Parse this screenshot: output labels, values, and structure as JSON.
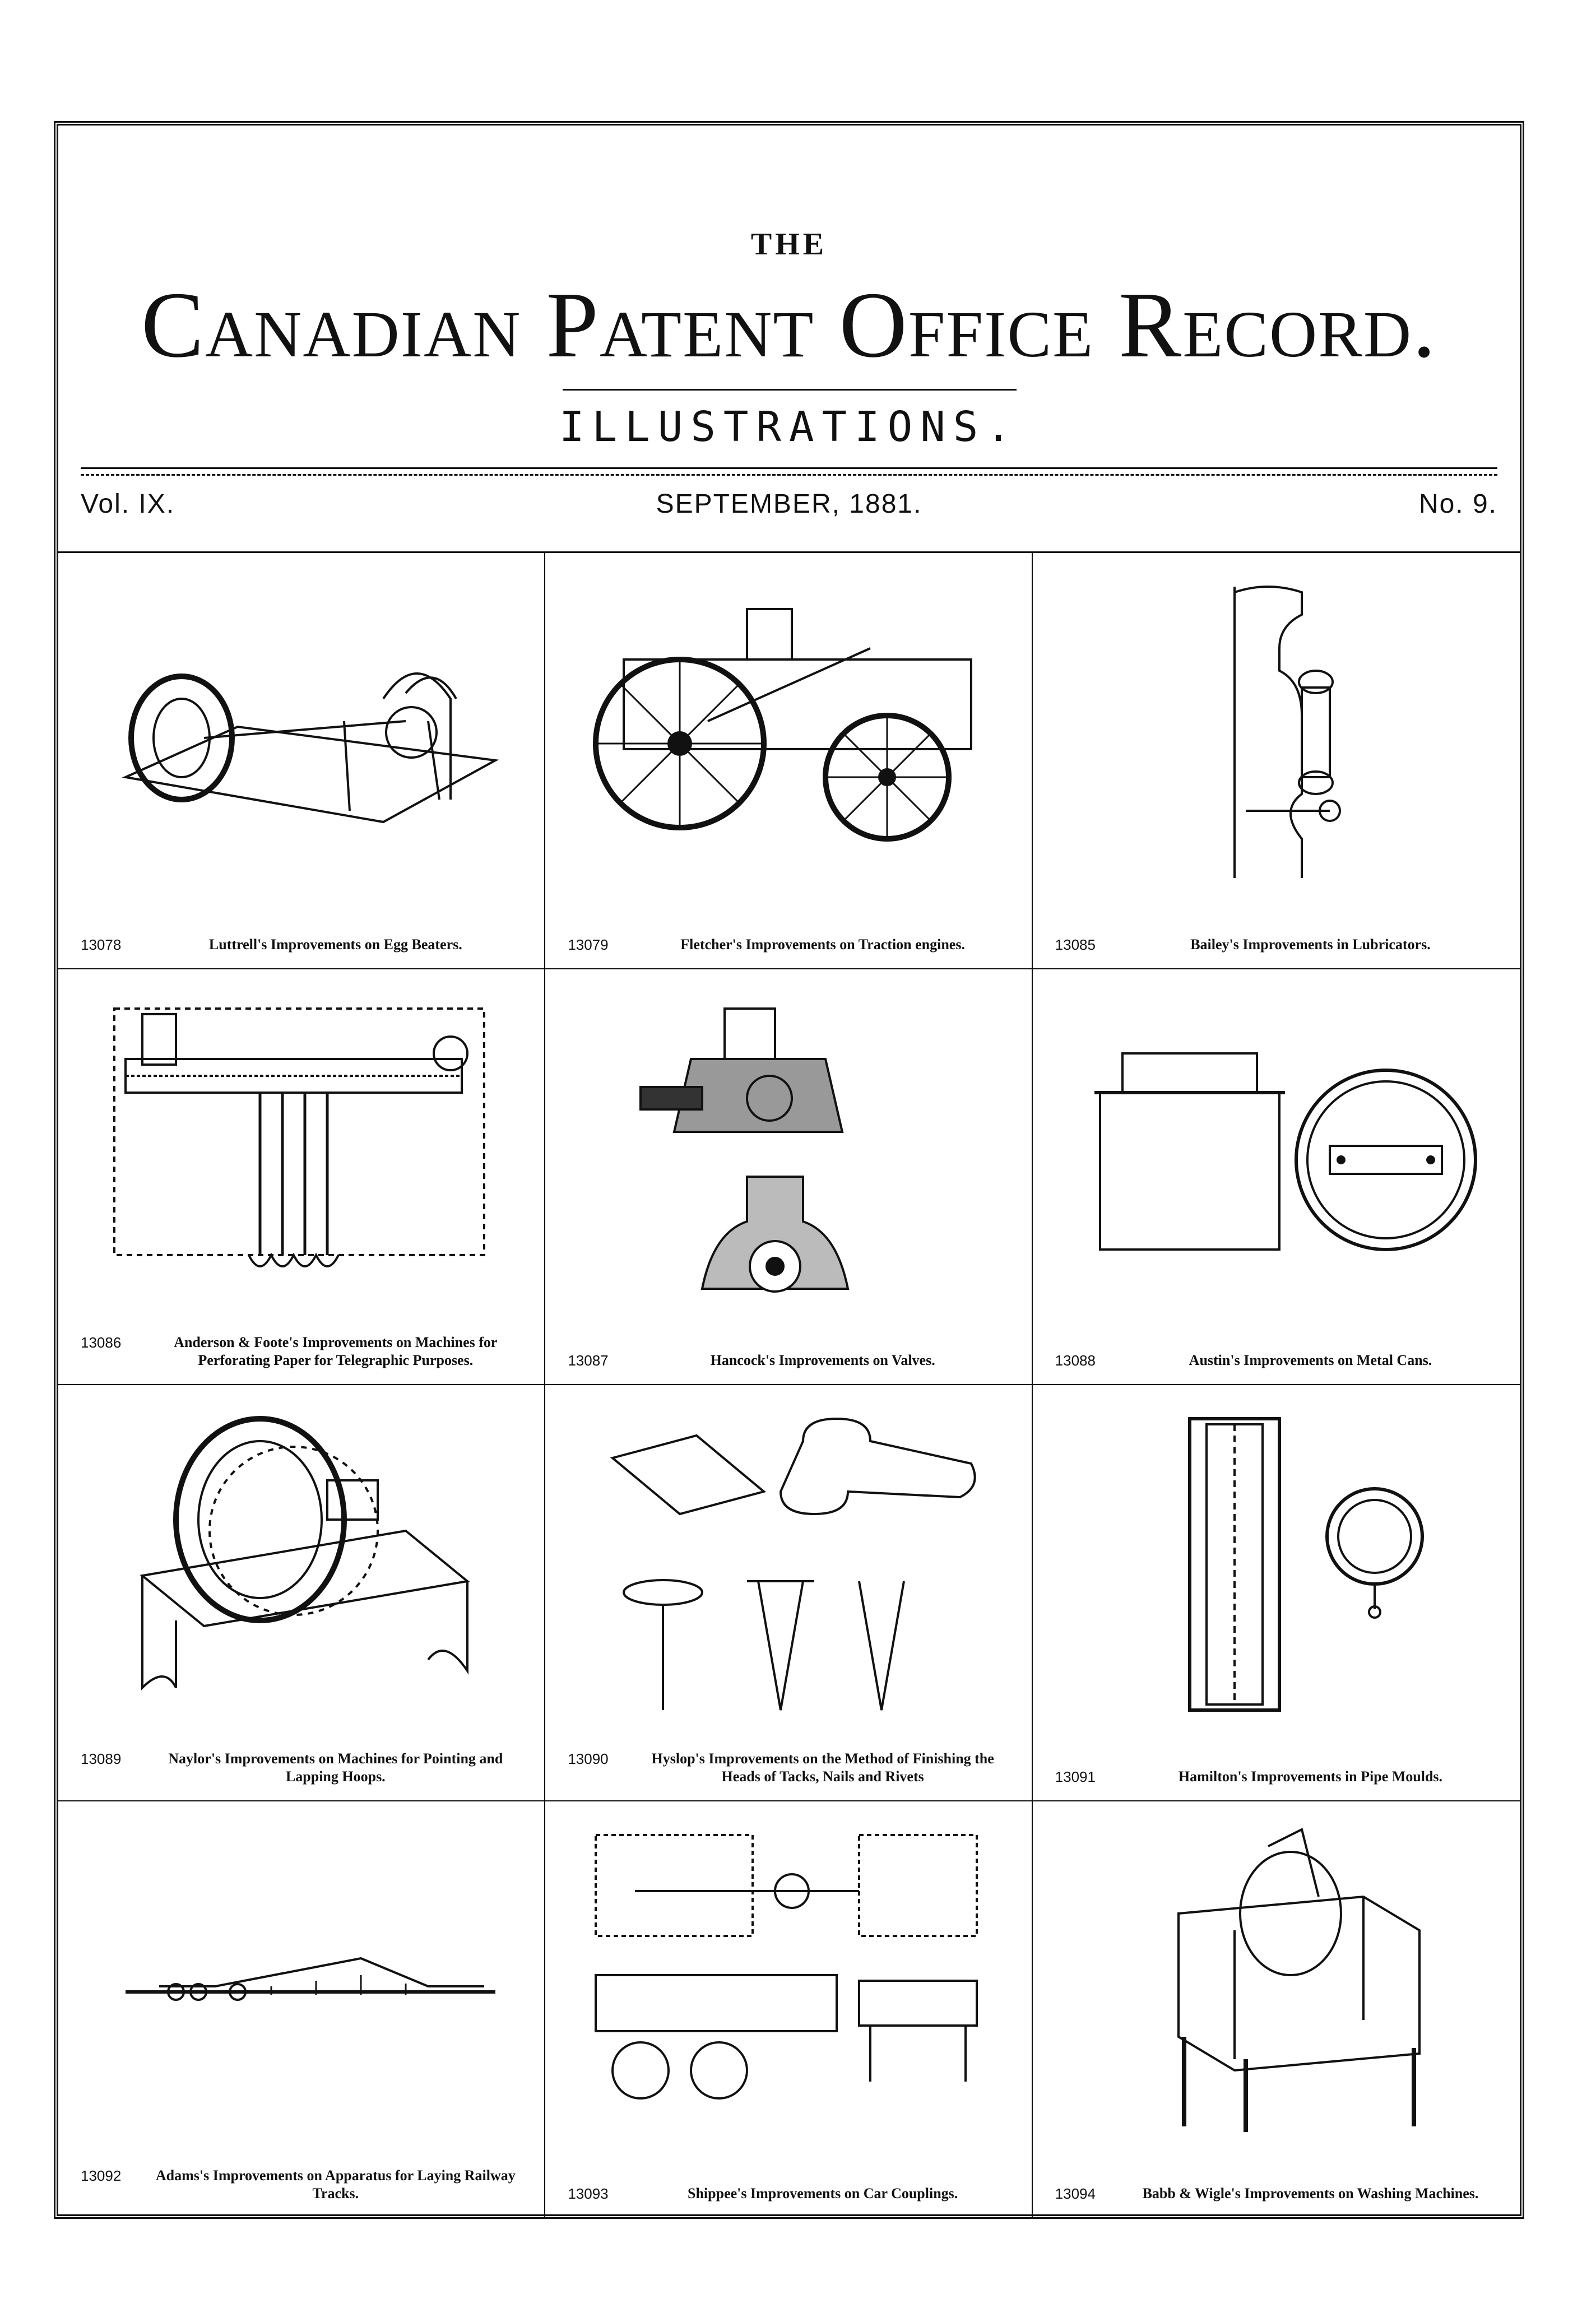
{
  "header": {
    "the": "THE",
    "title": "Canadian Patent Office Record.",
    "subtitle": "ILLUSTRATIONS.",
    "volume": "Vol. IX.",
    "date": "SEPTEMBER, 1881.",
    "number": "No. 9."
  },
  "plates": [
    {
      "number": "13078",
      "caption": "Luttrell's Improvements on Egg Beaters."
    },
    {
      "number": "13079",
      "caption": "Fletcher's Improvements on Traction engines."
    },
    {
      "number": "13085",
      "caption": "Bailey's Improvements in Lubricators."
    },
    {
      "number": "13086",
      "caption": "Anderson & Foote's Improvements on Machines for Perforating Paper for Telegraphic Purposes."
    },
    {
      "number": "13087",
      "caption": "Hancock's Improvements on Valves."
    },
    {
      "number": "13088",
      "caption": "Austin's Improvements on Metal Cans."
    },
    {
      "number": "13089",
      "caption": "Naylor's Improvements on Machines for Pointing and Lapping Hoops."
    },
    {
      "number": "13090",
      "caption": "Hyslop's Improvements on the Method of Finishing the Heads of Tacks, Nails and Rivets"
    },
    {
      "number": "13091",
      "caption": "Hamilton's Improvements in Pipe Moulds."
    },
    {
      "number": "13092",
      "caption": "Adams's Improvements on Apparatus for Laying Railway Tracks."
    },
    {
      "number": "13093",
      "caption": "Shippee's Improvements on Car Couplings."
    },
    {
      "number": "13094",
      "caption": "Babb & Wigle's Improvements on Washing Machines."
    }
  ]
}
